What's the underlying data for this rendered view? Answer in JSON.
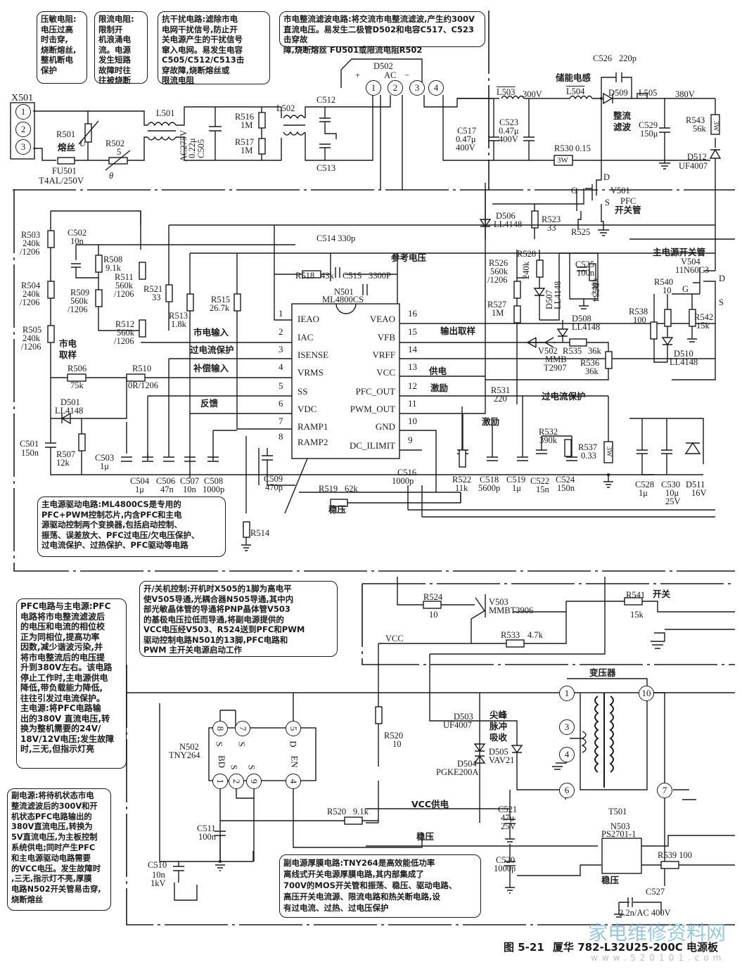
{
  "figure": {
    "caption_num": "图 5-21",
    "caption_title": "厦华 782-L32U25-200C 电源板",
    "watermark_cn": "家电维修资料网",
    "watermark_url": "www.520101.com"
  },
  "callouts": {
    "varistor": "压敏电阻:\n电压过高\n时击穿,\n烧断熔丝,\n整机断电\n保护",
    "limiter": "限流电阻:\n限制开\n机浪涌电\n流。电源\n发生短路\n故障时往\n往被烧断",
    "emi": "抗干扰电路:滤除市电\n电网干扰信号,防止开\n关电源产生的干扰信号\n窜入电网。易发生电容\nC505/C512/C513击\n穿故障,烧断熔丝或\n限流电阻",
    "rectifier": "市电整流滤波电路:将交流市电整流滤波,产生约300V\n直流电压。易发生二极管D502和电容C517、C523击穿故\n障,烧断熔丝 FU501或限流电阻R502",
    "main_driver": "主电源驱动电路:ML4800CS是专用的\nPFC+PWM控制芯片,内含PFC和主电\n源驱动控制两个变换器,包括启动控制、\n振荡、误差放大、PFC过电压/欠电压保护、\n过电流保护、过热保护、PFC驱动等电路",
    "power_onoff": "开/关机控制:开机时X505的1脚为高电平\n使V505导通,光耦合器N505导通,其中内\n部光敏晶体管的导通将PNP晶体管V503\n的基极电压拉低而导通,将副电源提供的\nVCC电压经V503、R524送到PFC和PWM\n驱动控制电路N501的13脚,PFC电路和\nPWM 主开关电源启动工作",
    "pfc_main": "PFC电路与主电源:PFC\n电路将市电整流滤波后\n的电压和电流的相位校\n正为同相位,提高功率\n因数,减少谐波污染,并\n将市电整流后的电压提\n升到380V左右。该电路\n停止工作时,主电源供电\n降低,带负载能力降低,\n往往引发过电流保护。\n主电源:将PFC电路输\n出的380V 直流电压,转\n换为整机需要的24V/\n18V/12V电压;发生故障\n时,三无,但指示灯亮",
    "standby": "副电源:将待机状态市电\n整流滤波后的300V和开\n机状态PFC电路输出的\n380V直流电压,转换为\n5V直流电压,为主板控制\n系统供电;同时产生PFC\n和主电源驱动电路需要\n的VCC电压。发生故障时\n,三无,指示灯不亮,厚膜\n电路N502开关管易击穿,\n烧断熔丝",
    "thick_film": "副电源厚膜电路:TNY264是高效能低功率\n离线式开关电源厚膜电路,其内部集成了\n700V的MOS开关管和振荡、稳压、驱动电路、\n高压开关电流源、限流电路和热关断电路,设\n有过电流、过热、过电压保护"
  },
  "components": {
    "X501": "X501",
    "R501": "R501",
    "R501_note": "熔丝",
    "R501_sym": "U",
    "FU501": "FU501",
    "FU501_val": "T4AL/250V",
    "R502": "R502",
    "R502_val": "5",
    "R502_sym": "θ",
    "L501": "L501",
    "C505": "C505",
    "C505_val1": "AC275V",
    "C505_val2": "0.22μ",
    "R516": "R516",
    "R516_val": "1M",
    "R517": "R517",
    "R517_val": "1M",
    "L502": "L502",
    "C512": "C512",
    "C513": "C513",
    "D502": "D502",
    "D502_ac": "AC",
    "D502_plus": "+",
    "D502_minus": "−",
    "L503": "L503",
    "v300": "300V",
    "C517": "C517",
    "C517_v1": "0.47μ",
    "C517_v2": "400V",
    "C523": "C523",
    "C523_v1": "0.47μ",
    "C523_v2": "400V",
    "L504": "L504",
    "L504_note": "储能电感",
    "C526": "C526",
    "C526_val": "220p",
    "D509": "D509",
    "D509_note1": "整流",
    "D509_note2": "滤波",
    "L505": "L505",
    "v380": "380V",
    "C529": "C529",
    "C529_val": "150μ",
    "R543": "R543",
    "R543_val": "56k",
    "R543_pw": "3W",
    "R530": "R530",
    "R530_val": "0.15",
    "R530_pw": "3W",
    "D512": "D512",
    "D512_val": "UF4007",
    "V501": "V501",
    "V501_note1": "PFC",
    "V501_note2": "开关管",
    "V501_G": "G",
    "V501_D": "D",
    "V501_S": "S",
    "D506": "D506",
    "D506_val": "LL4148",
    "R523": "R523",
    "R523_val": "33",
    "R525": "R525",
    "R503": "R503",
    "R503_v1": "240k",
    "R503_v2": "/1206",
    "R504": "R504",
    "R504_v1": "240k",
    "R504_v2": "/1206",
    "R505": "R505",
    "R505_v1": "240k",
    "R505_v2": "/1206",
    "mains_sample1": "市电",
    "mains_sample2": "取样",
    "C502": "C502",
    "C502_val": "10n",
    "R508": "R508",
    "R508_val": "9.1k",
    "R509": "R509",
    "R509_v1": "560k",
    "R509_v2": "/1206",
    "R511": "R511",
    "R511_v1": "560k",
    "R511_v2": "/1206",
    "R512": "R512",
    "R512_v1": "560k",
    "R512_v2": "/1206",
    "R521": "R521",
    "R521_val": "33",
    "R513": "R513",
    "R513_val": "1.8k",
    "R515": "R515",
    "R515_val": "26.7k",
    "C514": "C514 330p",
    "ref_voltage": "参考电压",
    "R518": "R518",
    "R518_val": "43k",
    "C515": "C515",
    "C515_val": "3300P",
    "N501": "N501",
    "N501_val": "ML4800CS",
    "R506": "R506",
    "R506_val": "75k",
    "R510": "R510",
    "R510_val": "0R/1206",
    "D501": "D501",
    "D501_val": "LL4148",
    "C501": "C501",
    "C501_val": "150n",
    "R507": "R507",
    "R507_val": "12k",
    "C503": "C503",
    "C503_val": "1μ",
    "C504": "C504",
    "C504_val": "1μ",
    "C506": "C506",
    "C506_val": "47n",
    "C507": "C507",
    "C507_val": "10n",
    "C508": "C508",
    "C508_val": "1000p",
    "C509": "C509",
    "C509_val": "470p",
    "C516": "C516",
    "C516_val": "1000p",
    "R519": "R519",
    "R519_val": "62k",
    "R514": "R514",
    "R522": "R522",
    "R522_val": "11k",
    "C518": "C518",
    "C518_val": "5600p",
    "C519": "C519",
    "C519_val": "1μ",
    "C522": "C522",
    "C522_val": "15n",
    "C524": "C524",
    "C524_val": "150n",
    "R526": "R526",
    "R526_v1": "560k",
    "R526_v2": "/1206",
    "R527": "R527",
    "R527_val": "1M",
    "R528": "R528",
    "R528_val": "240k",
    "D507": "D507",
    "D507_val": "LL4148",
    "C525": "C525",
    "C525_val": "100n",
    "R534": "R534",
    "R534_val": "240k",
    "D508": "D508",
    "D508_val": "LL4148",
    "V502": "V502",
    "V502_v1": "MMB",
    "V502_v2": "T2907",
    "R535": "R535",
    "R535_val": "36k",
    "R536": "R536",
    "R536_val": "36k",
    "R531": "R531",
    "R531_val": "220",
    "R532": "R532",
    "R532_val": "390k",
    "R537": "R537",
    "R537_val": "0.33",
    "R537_pw": "3W",
    "V504_note": "主电源开关管",
    "V504": "V504",
    "V504_val": "11N60C3",
    "V504_D": "D",
    "V504_G": "G",
    "V504_S": "S",
    "R540": "R540",
    "R540_val": "10",
    "R538": "R538",
    "R538_val": "100",
    "R542": "R542",
    "R542_val": "15k",
    "D510": "D510",
    "D510_val": "LL4148",
    "C528": "C528",
    "C528_val": "1μ",
    "C530": "C530",
    "C530_v1": "10μ",
    "C530_v2": "25V",
    "D511": "D511",
    "D511_val": "16V",
    "R524": "R524",
    "R524_val": "10",
    "V503": "V503",
    "V503_val": "MMBT3906",
    "R541": "R541",
    "R541_val": "15k",
    "switch_label": "开关",
    "R533": "R533",
    "R533_val": "4.7k",
    "vcc": "VCC",
    "transformer": "变压器",
    "T501": "T501",
    "D503": "D503",
    "D503_val": "UF4007",
    "spike_note1": "尖峰",
    "spike_note2": "脉冲",
    "spike_note3": "吸收",
    "D504": "D504",
    "D504_val": "PGKE200A",
    "D505": "D505",
    "D505_val": "VAV21",
    "R520a": "R520",
    "R520a_val": "10",
    "R520b": "R520",
    "R520b_val": "9.1k",
    "N502": "N502",
    "N502_val": "TNY264",
    "C511": "C511",
    "C511_val": "100n",
    "C510": "C510",
    "C510_v1": "10n",
    "C510_v2": "1kV",
    "C521": "C521",
    "C521_v1": "47μ",
    "C521_v2": "25V",
    "C520": "C520",
    "C520_val": "1000p",
    "N503": "N503",
    "N503_val": "PS2701-1",
    "R539": "R539 100",
    "C527": "C527",
    "C527_val": "2.2n/AC 400V"
  },
  "ic_n501": {
    "left_pins": [
      {
        "num": "1",
        "name": "IEAO"
      },
      {
        "num": "2",
        "name": "IAC"
      },
      {
        "num": "3",
        "name": "ISENSE"
      },
      {
        "num": "4",
        "name": "VRMS"
      },
      {
        "num": "5",
        "name": "SS"
      },
      {
        "num": "6",
        "name": "VDC"
      },
      {
        "num": "7",
        "name": "RAMP1"
      },
      {
        "num": "8",
        "name": "RAMP2"
      }
    ],
    "right_pins": [
      {
        "num": "16",
        "name": "VEAO"
      },
      {
        "num": "15",
        "name": "VFB"
      },
      {
        "num": "14",
        "name": "VRFF"
      },
      {
        "num": "13",
        "name": "VCC"
      },
      {
        "num": "12",
        "name": "PFC_OUT"
      },
      {
        "num": "11",
        "name": "PWM_OUT"
      },
      {
        "num": "10",
        "name": "GND"
      },
      {
        "num": "9",
        "name": "DC_ILIMIT"
      }
    ]
  },
  "ic_n502": {
    "top_pins": [
      {
        "num": "8",
        "name": "S"
      },
      {
        "num": "7",
        "name": "S"
      },
      {
        "num": "5",
        "name": "D"
      }
    ],
    "bottom_pins": [
      {
        "num": "1",
        "name": "BD"
      },
      {
        "num": "2",
        "name": "S"
      },
      {
        "num": "9",
        "name": "S"
      },
      {
        "num": "4",
        "name": "EN"
      }
    ]
  },
  "connector_x501": [
    "1",
    "2",
    "3"
  ],
  "d502_pins": [
    "1",
    "2",
    "3",
    "4"
  ],
  "t501_pins": [
    "1",
    "10",
    "3",
    "4",
    "6",
    "7"
  ],
  "signals": {
    "mains_input": "市电输入",
    "overcurrent": "过电流保护",
    "comp_input": "补偿输入",
    "feedback": "反馈",
    "output_sample": "输出取样",
    "supply": "供电",
    "drive": "激励",
    "drive2": "激励",
    "overcurrent2": "过电流保护",
    "regulation": "稳压",
    "vcc_supply": "VCC供电",
    "regulation2": "稳压",
    "regulation3": "稳压"
  }
}
